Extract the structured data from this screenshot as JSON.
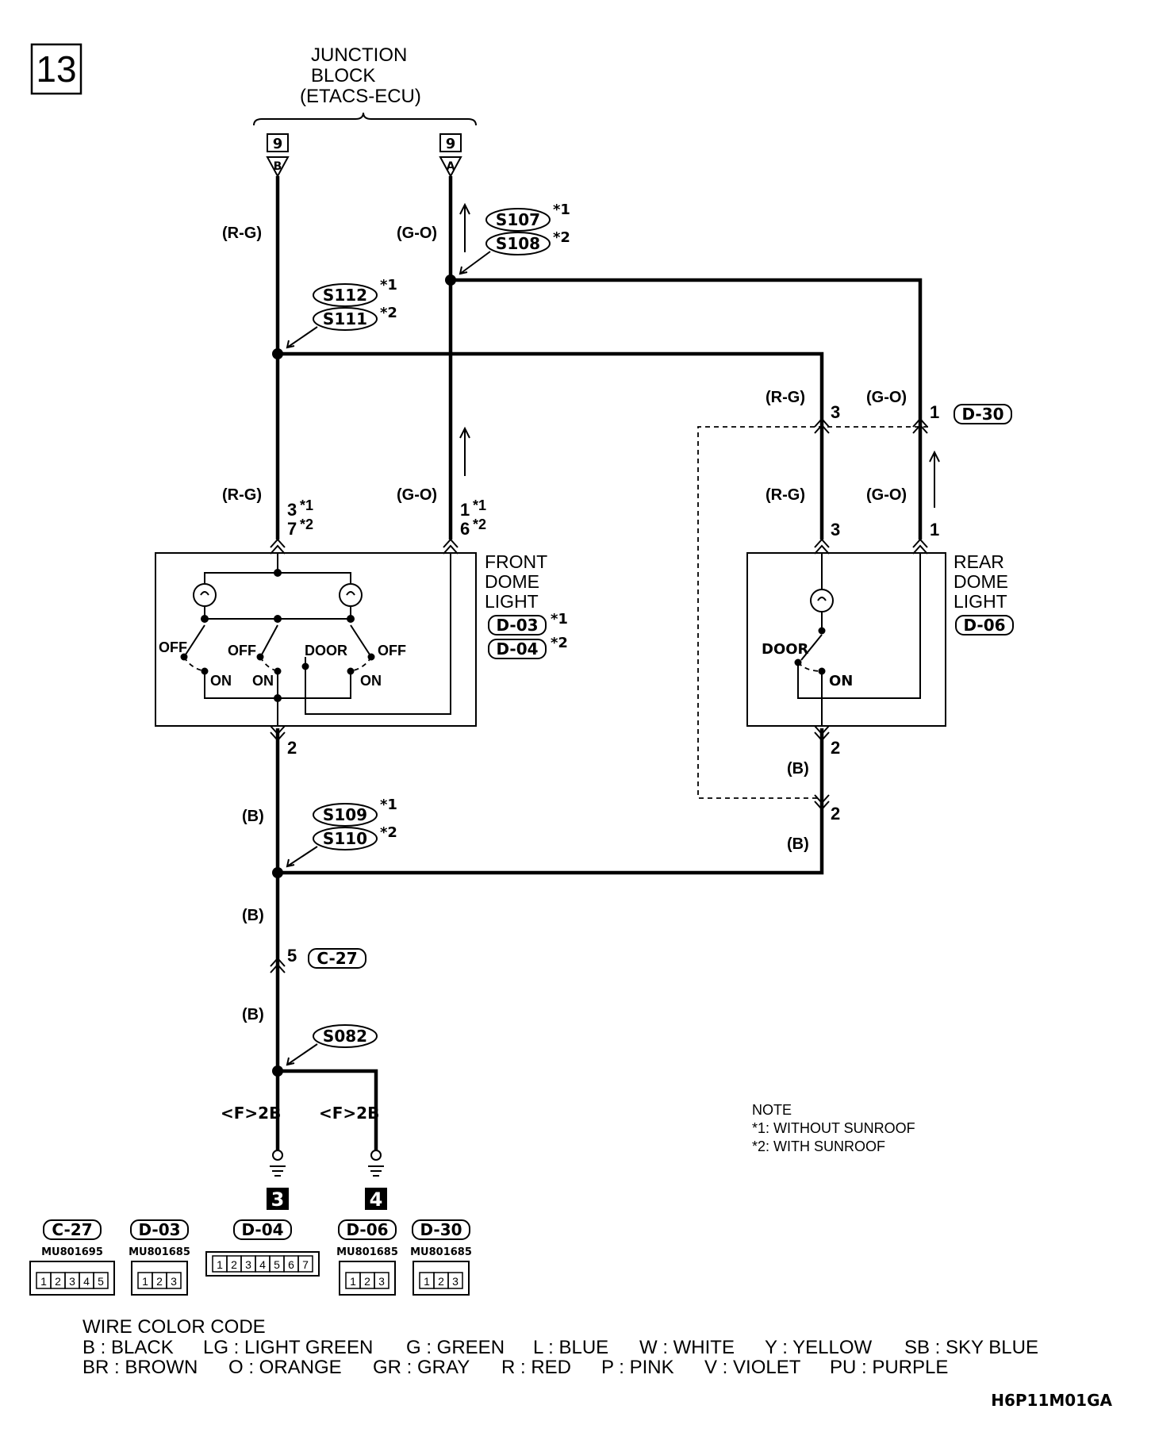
{
  "page_number": "13",
  "junction_block": {
    "lines": [
      "JUNCTION",
      "BLOCK",
      "(ETACS-ECU)"
    ],
    "left_terminal": {
      "number": "9",
      "letter": "B"
    },
    "right_terminal": {
      "number": "9",
      "letter": "A"
    }
  },
  "wire_labels": {
    "rg": "(R-G)",
    "go": "(G-O)",
    "b": "(B)"
  },
  "splices": {
    "s107": "S107",
    "s108": "S108",
    "s112": "S112",
    "s111": "S111",
    "s109": "S109",
    "s110": "S110",
    "s082": "S082"
  },
  "notes_marks": {
    "m1": "*1",
    "m2": "*2"
  },
  "front_dome": {
    "name_lines": [
      "FRONT",
      "DOME",
      "LIGHT"
    ],
    "connector1": "D-03",
    "connector2": "D-04",
    "pin_rg_1": "3",
    "pin_rg_2": "7",
    "pin_go_1": "1",
    "pin_go_2": "6",
    "pin_b": "2",
    "switch_labels": {
      "off": "OFF",
      "on": "ON",
      "door": "DOOR"
    }
  },
  "rear_dome": {
    "name_lines": [
      "REAR",
      "DOME",
      "LIGHT"
    ],
    "connector": "D-06",
    "pin_rg": "3",
    "pin_go": "1",
    "pin_b": "2",
    "switch_labels": {
      "door": "DOOR",
      "on": "ON"
    }
  },
  "d30": {
    "connector": "D-30",
    "pin_rg": "3",
    "pin_go": "1",
    "pin_b": "2"
  },
  "c27": {
    "connector": "C-27",
    "pin": "5"
  },
  "grounds": {
    "left_label": "<F>2B",
    "right_label": "<F>2B",
    "left_number": "3",
    "right_number": "4"
  },
  "note": {
    "title": "NOTE",
    "line1": "*1: WITHOUT SUNROOF",
    "line2": "*2: WITH SUNROOF"
  },
  "connector_legend": [
    {
      "name": "C-27",
      "part": "MU801695",
      "pins": [
        "1",
        "2",
        "3",
        "4",
        "5"
      ]
    },
    {
      "name": "D-03",
      "part": "MU801685",
      "pins": [
        "1",
        "2",
        "3"
      ]
    },
    {
      "name": "D-04",
      "part": "",
      "pins": [
        "1",
        "2",
        "3",
        "4",
        "5",
        "6",
        "7"
      ]
    },
    {
      "name": "D-06",
      "part": "MU801685",
      "pins": [
        "1",
        "2",
        "3"
      ]
    },
    {
      "name": "D-30",
      "part": "MU801685",
      "pins": [
        "1",
        "2",
        "3"
      ]
    }
  ],
  "wire_color_code": {
    "title": "WIRE COLOR CODE",
    "row1": [
      "B : BLACK",
      "LG : LIGHT GREEN",
      "G : GREEN",
      "L : BLUE",
      "W : WHITE",
      "Y : YELLOW",
      "SB : SKY BLUE"
    ],
    "row2": [
      "BR : BROWN",
      "O : ORANGE",
      "GR : GRAY",
      "R : RED",
      "P : PINK",
      "V : VIOLET",
      "PU : PURPLE"
    ]
  },
  "figure_code": "H6P11M01GA"
}
